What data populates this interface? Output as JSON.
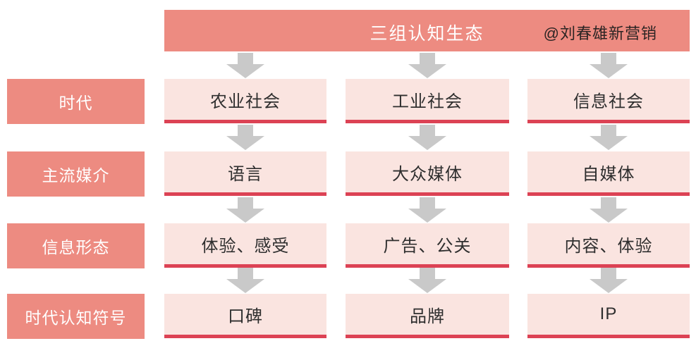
{
  "header": {
    "title": "三组认知生态",
    "credit": "@刘春雄新营销"
  },
  "rows": [
    {
      "label": "时代",
      "cells": [
        "农业社会",
        "工业社会",
        "信息社会"
      ]
    },
    {
      "label": "主流媒介",
      "cells": [
        "语言",
        "大众媒体",
        "自媒体"
      ]
    },
    {
      "label": "信息形态",
      "cells": [
        "体验、感受",
        "广告、公关",
        "内容、体验"
      ]
    },
    {
      "label": "时代认知符号",
      "cells": [
        "口碑",
        "品牌",
        "IP"
      ]
    }
  ],
  "icons": {
    "down_arrow": "down-arrow-icon"
  },
  "colors": {
    "salmon_header": "#ED8B81",
    "cell_pink": "#FAE4E0",
    "accent_red_line": "#DC4254",
    "arrow_gray": "#C9C9C9",
    "text_dark": "#2E2E2E",
    "text_white": "#FFFFFF"
  }
}
